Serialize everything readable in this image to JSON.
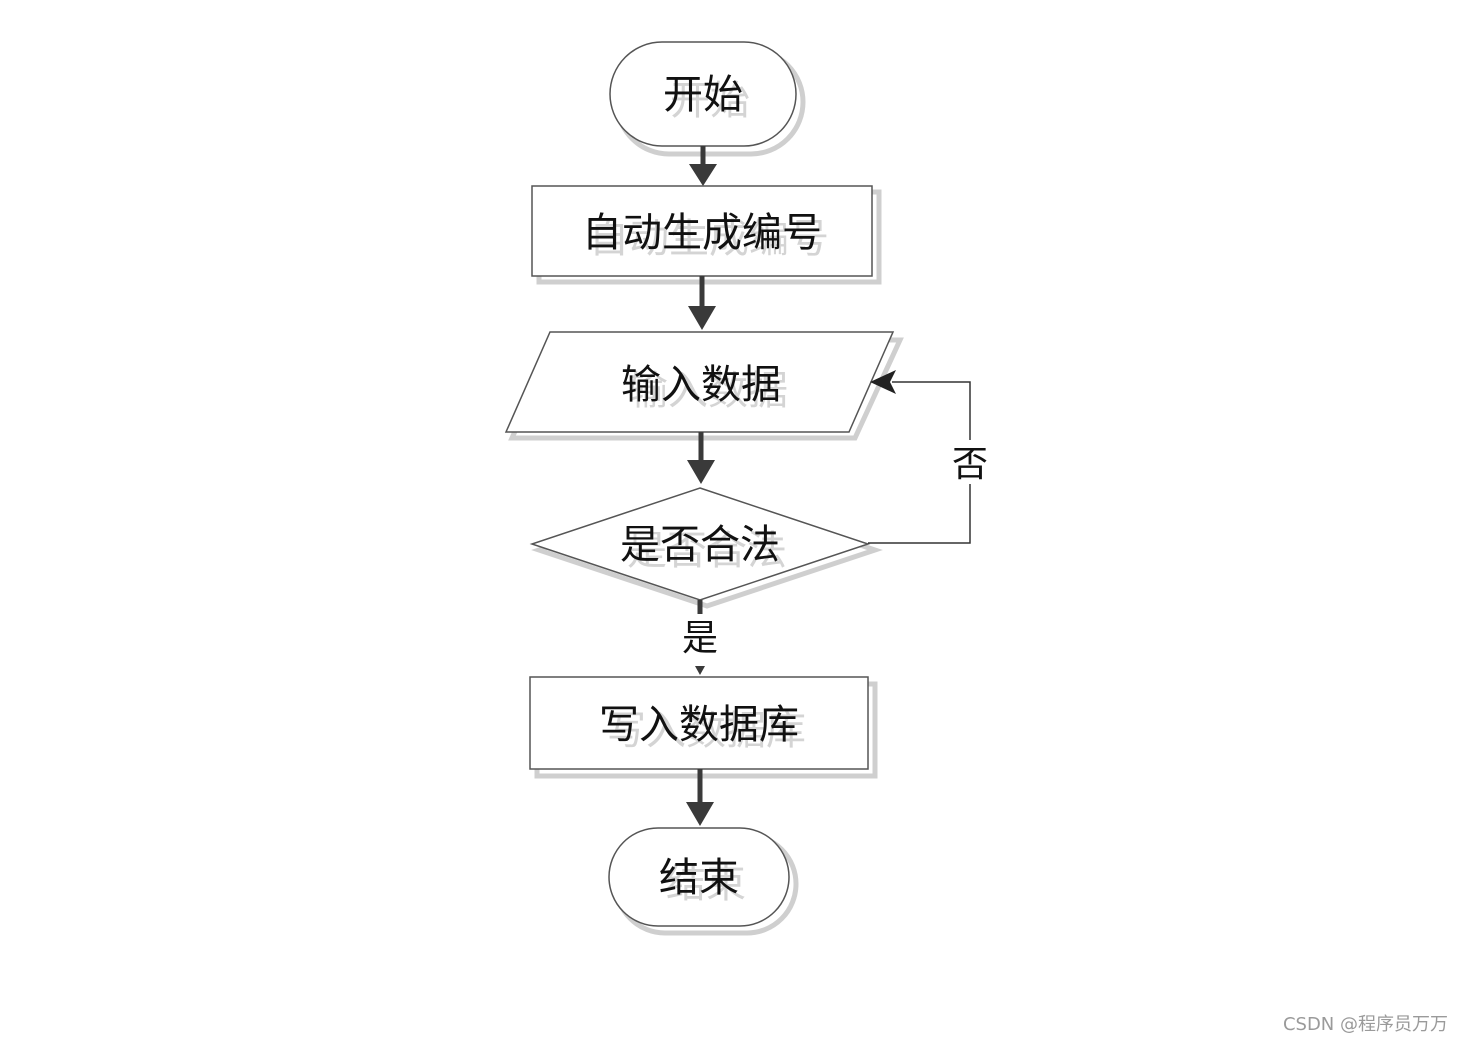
{
  "diagram": {
    "nodes": {
      "start": "开始",
      "auto_number": "自动生成编号",
      "input_data": "输入数据",
      "is_valid": "是否合法",
      "write_db": "写入数据库",
      "end": "结束"
    },
    "edges": {
      "no_label": "否",
      "yes_label": "是"
    }
  },
  "watermark": "CSDN @程序员万万",
  "colors": {
    "stroke": "#555555",
    "shadow": "#c8c8c8",
    "arrow": "#3a3a3a"
  }
}
